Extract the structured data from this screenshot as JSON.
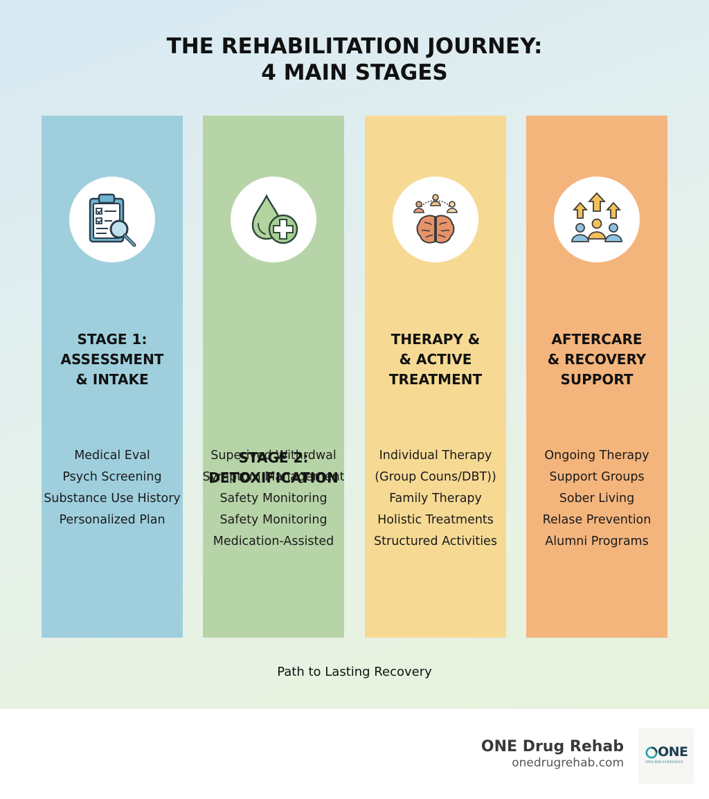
{
  "title_lines": [
    "THE REHABILITATION JOURNEY:",
    "4 MAIN STAGES"
  ],
  "stages": [
    {
      "color": "#9fcfdd",
      "icon": "clipboard-magnifier-icon",
      "title_lines": [
        "STAGE 1:",
        "ASSESSMENT",
        "& INTAKE"
      ],
      "items": [
        "Medical Eval",
        "Psych Screening",
        "Substance Use History",
        "Personalized Plan"
      ]
    },
    {
      "color": "#b7d4a8",
      "icon": "drop-medical-cross-icon",
      "title_lines": [
        "STAGE 2:",
        "",
        "DETOXIFICATION"
      ],
      "items": [
        "Superived Withrdwal",
        "Symptom Management",
        "Safety Monitoring",
        "Safety Monitoring",
        "Medication-Assisted"
      ]
    },
    {
      "color": "#f6da94",
      "icon": "group-brain-icon",
      "title_lines": [
        "THERAPY &",
        "& ACTIVE",
        "TREATMENT"
      ],
      "items": [
        "Individual Therapy",
        "(Group Couns/DBT))",
        "Family Therapy",
        "Holistic Treatments",
        "Structured Activities"
      ]
    },
    {
      "color": "#f4b57d",
      "icon": "people-arrows-up-icon",
      "title_lines": [
        "AFTERCARE",
        "& RECOVERY",
        "SUPPORT"
      ],
      "items": [
        "Ongoing Therapy",
        "Support Groups",
        "Sober Living",
        "Relase Prevention",
        "Alumni Programs"
      ]
    }
  ],
  "tagline": "Path to Lasting Recovery",
  "footer": {
    "brand_name": "ONE Drug Rehab",
    "brand_url": "onedrugrehab.com",
    "logo_text": "ONE",
    "logo_subtext": "OPEN NEW EXPERIENCES"
  }
}
